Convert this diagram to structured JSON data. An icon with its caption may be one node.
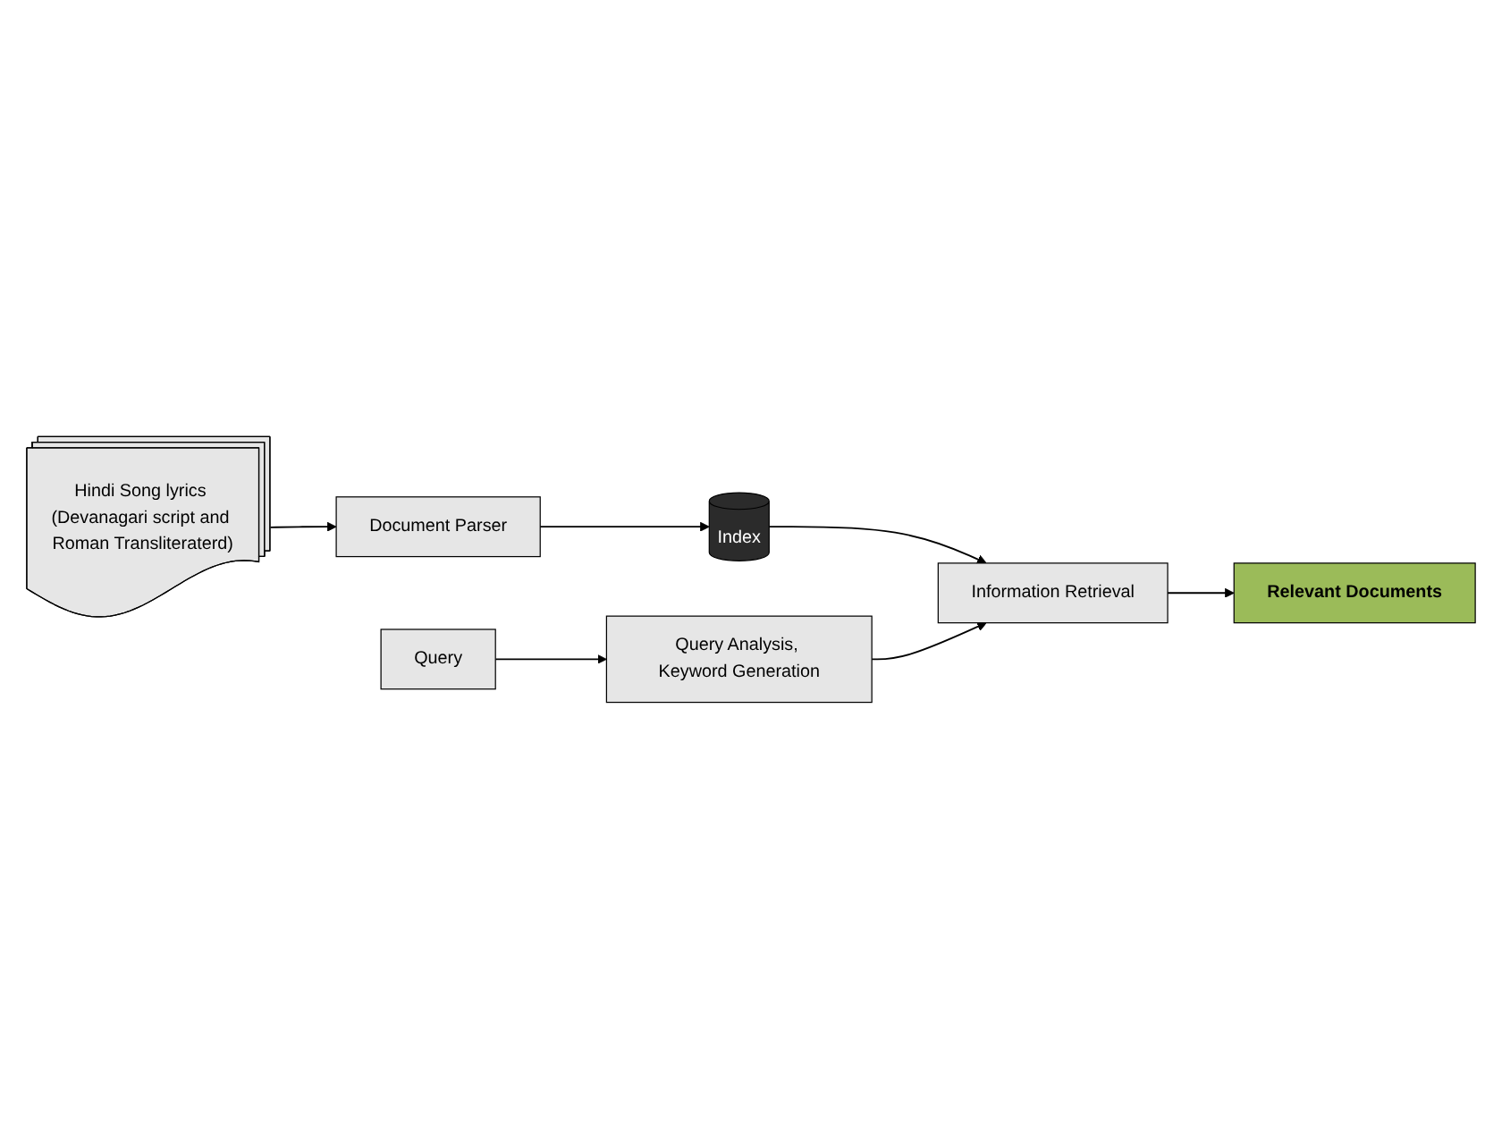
{
  "diagram": {
    "nodes": [
      {
        "text": [
          "Hindi Song lyrics (Devanagari script and Roman Transliteraterd)"
        ]
      },
      {
        "text": [
          "Document Parser"
        ]
      },
      {
        "text": [
          "Index"
        ]
      },
      {
        "text": [
          "Query"
        ]
      },
      {
        "text": [
          "Query Analysis, Keyword Generation"
        ]
      },
      {
        "text": [
          "Information Retrieval"
        ]
      },
      {
        "text": [
          "Relevant Documents"
        ]
      }
    ],
    "edges": [
      {
        "from": 0,
        "to": 1,
        "arrow": "to"
      },
      {
        "from": 1,
        "to": 2,
        "arrow": "to"
      },
      {
        "from": 2,
        "to": 5,
        "arrow": "to"
      },
      {
        "from": 3,
        "to": 4,
        "arrow": "to"
      },
      {
        "from": 4,
        "to": 5,
        "arrow": "to"
      },
      {
        "from": 5,
        "to": 6,
        "arrow": "to"
      }
    ]
  }
}
